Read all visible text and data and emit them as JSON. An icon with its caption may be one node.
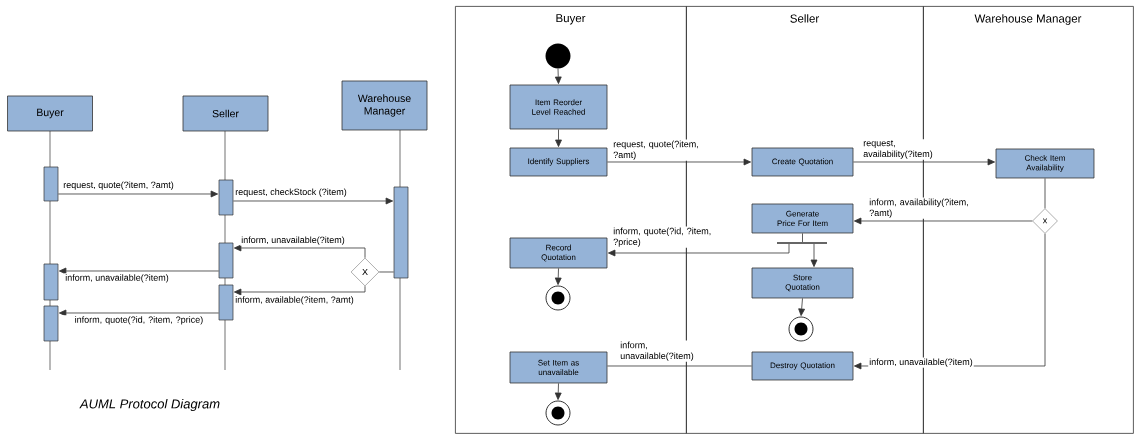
{
  "diagram": {
    "caption": "AUML Protocol Diagram",
    "nodes": [
      {
        "text": [
          "Buyer"
        ]
      },
      {
        "text": [
          "Seller"
        ]
      },
      {
        "text": [
          "Warehouse Manager"
        ]
      },
      {
        "text": [],
        "shape": "bar"
      },
      {
        "text": [],
        "shape": "bar"
      },
      {
        "text": [],
        "shape": "bar"
      },
      {
        "text": [],
        "shape": "bar"
      },
      {
        "text": [
          "X"
        ]
      },
      {
        "text": [],
        "shape": "bar"
      },
      {
        "text": [],
        "shape": "bar"
      },
      {
        "text": [],
        "shape": "bar"
      },
      {
        "text": [
          "Buyer"
        ]
      },
      {
        "text": [
          "Seller"
        ]
      },
      {
        "text": [
          "Warehouse Manager"
        ]
      },
      {
        "text": [],
        "shape": "circle",
        "in": 11
      },
      {
        "text": [
          "Item Reorder Level Reached"
        ],
        "in": 11
      },
      {
        "text": [
          "Identify Suppliers"
        ],
        "in": 11
      },
      {
        "text": [
          "Record Quotation"
        ],
        "in": 11
      },
      {
        "text": [],
        "shape": "circle",
        "in": 11
      },
      {
        "text": [
          "Set Item as unavailable"
        ],
        "in": 11
      },
      {
        "text": [],
        "shape": "circle",
        "in": 11
      },
      {
        "text": [
          "Create Quotation"
        ],
        "in": 12
      },
      {
        "text": [
          "Generate Price For Item"
        ],
        "in": 12
      },
      {
        "text": [],
        "shape": "bar",
        "in": 12
      },
      {
        "text": [
          "Store Quotation"
        ],
        "in": 12
      },
      {
        "text": [],
        "shape": "circle",
        "in": 12
      },
      {
        "text": [
          "Destroy Quotation"
        ],
        "in": 12
      },
      {
        "text": [
          "Check Item Availability"
        ],
        "in": 13
      },
      {
        "text": [
          "x"
        ],
        "in": 13
      }
    ],
    "edges": [
      {
        "from": 3,
        "to": 4,
        "arrow": "to",
        "label": "request, quote(?item, ?amt)"
      },
      {
        "from": 4,
        "to": 5,
        "arrow": "to",
        "label": "request, checkStock (?item)"
      },
      {
        "from": 5,
        "to": 7,
        "arrow": "none"
      },
      {
        "from": 7,
        "to": 6,
        "arrow": "to",
        "label": "inform, unavailable(?item)"
      },
      {
        "from": 6,
        "to": 8,
        "arrow": "to",
        "label": "inform, unavailable(?item)"
      },
      {
        "from": 7,
        "to": 9,
        "arrow": "to",
        "label": "inform, available(?item, ?amt)"
      },
      {
        "from": 9,
        "to": 10,
        "arrow": "to",
        "label": "inform, quote(?id, ?item, ?price)"
      },
      {
        "from": 14,
        "to": 15,
        "arrow": "to"
      },
      {
        "from": 15,
        "to": 16,
        "arrow": "to"
      },
      {
        "from": 16,
        "to": 21,
        "arrow": "to",
        "label": "request, quote(?item, ?amt)"
      },
      {
        "from": 21,
        "to": 27,
        "arrow": "to",
        "label": "request, availability(?item)"
      },
      {
        "from": 27,
        "to": 28,
        "arrow": "none"
      },
      {
        "from": 28,
        "to": 22,
        "arrow": "to",
        "label": "inform, availability(?item, ?amt)"
      },
      {
        "from": 22,
        "to": 23,
        "arrow": "none"
      },
      {
        "from": 23,
        "to": 17,
        "arrow": "to",
        "label": "inform, quote(?id, ?item, ?price)"
      },
      {
        "from": 23,
        "to": 24,
        "arrow": "to"
      },
      {
        "from": 17,
        "to": 18,
        "arrow": "to"
      },
      {
        "from": 24,
        "to": 25,
        "arrow": "to"
      },
      {
        "from": 28,
        "to": 26,
        "arrow": "to",
        "label": "inform, unavailable(?item)"
      },
      {
        "from": 26,
        "to": 19,
        "arrow": "none",
        "label": "inform, unavailable(?item)"
      },
      {
        "from": 19,
        "to": 20,
        "arrow": "to"
      }
    ]
  }
}
